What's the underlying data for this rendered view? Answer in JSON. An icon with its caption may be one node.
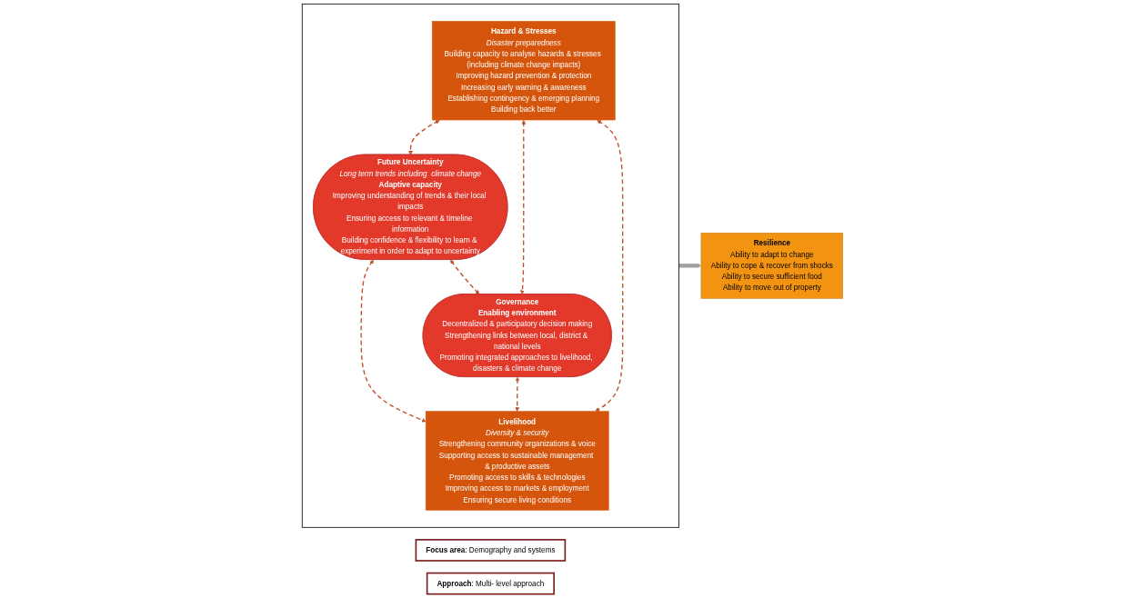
{
  "diagram": {
    "nodes": [
      {
        "text": [],
        "shape": "box"
      },
      {
        "text": [
          "Hazard & Stresses",
          "Disaster preparedness",
          "Building capacity to analyse hazards & stresses (including climate change impacts)",
          "Improving hazard prevention & protection",
          "Increasing early warning & awareness",
          "Establishing contingency & emerging planning",
          "Building back better"
        ],
        "in": 0
      },
      {
        "text": [
          "Future Uncertainty",
          "Long term trends including  climate change",
          "Adaptive capacity",
          "Improving understanding of trends & their local impacts",
          "Ensuring access to relevant & timeline information",
          "Building confidence & flexibility to learn & experiment in order to adapt to uncertainty"
        ],
        "in": 0
      },
      {
        "text": [
          "Governance",
          "Enabling environment",
          "Decentralized & participatory decision making",
          "Strengthening links between local, district & national levels",
          "Promoting integrated approaches to livelihood, disasters & climate change"
        ],
        "in": 0
      },
      {
        "text": [
          "Livelihood",
          "Diversity & security",
          "Strengthening community organizations & voice",
          "Supporting access to sustainable management & productive assets",
          "Promoting access to skills & technologies",
          "Improving access to markets & employment",
          "Ensuring secure living conditions"
        ],
        "in": 0
      },
      {
        "text": [
          "Resilience",
          "Ability to adapt to change",
          "Ability to cope & recover from shocks",
          "Ability to secure sufficient food",
          "Ability to move out of property"
        ]
      },
      {
        "text": [
          "**Focus area**: Demography and systems"
        ]
      },
      {
        "text": [
          "**Approach**: Multi- level approach"
        ]
      }
    ],
    "edges": [
      {
        "from": 1,
        "to": 2,
        "arrow": "both",
        "style": "dashed",
        "color": "#c0502a"
      },
      {
        "from": 2,
        "to": 4,
        "arrow": "both",
        "style": "dashed",
        "color": "#c0502a"
      },
      {
        "from": 1,
        "to": 3,
        "arrow": "both",
        "style": "dashed",
        "color": "#c0502a"
      },
      {
        "from": 3,
        "to": 4,
        "arrow": "both",
        "style": "dashed",
        "color": "#c0502a"
      },
      {
        "from": 2,
        "to": 3,
        "arrow": "both",
        "style": "dashed",
        "color": "#c0502a"
      },
      {
        "from": 1,
        "to": 4,
        "arrow": "both",
        "style": "dashed",
        "color": "#c0502a"
      },
      {
        "from": 0,
        "to": 5,
        "arrow": "to",
        "style": "thick",
        "color": "#a0a0a0"
      }
    ]
  }
}
